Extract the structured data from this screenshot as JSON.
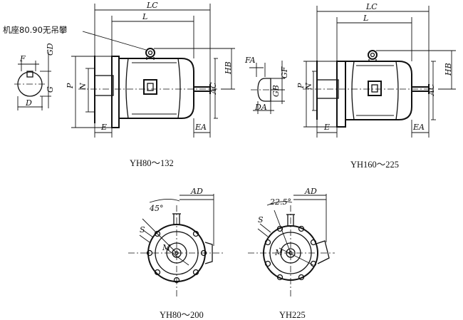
{
  "note": "机座80.90无吊攀",
  "captions": {
    "left_top": "YH80～132",
    "right_top": "YH160～225",
    "left_bottom": "YH80～200",
    "right_bottom": "YH225"
  },
  "labels": {
    "LC": "LC",
    "L": "L",
    "F": "F",
    "GD": "GD",
    "G": "G",
    "D": "D",
    "P": "P",
    "N": "N",
    "E": "E",
    "EA": "EA",
    "HB": "HB",
    "AC": "AC",
    "FA": "FA",
    "GF": "GF",
    "GB": "GB",
    "DA": "DA",
    "AD": "AD",
    "S": "S",
    "M": "M",
    "angle45": "45°",
    "angle225": "22.5°"
  }
}
